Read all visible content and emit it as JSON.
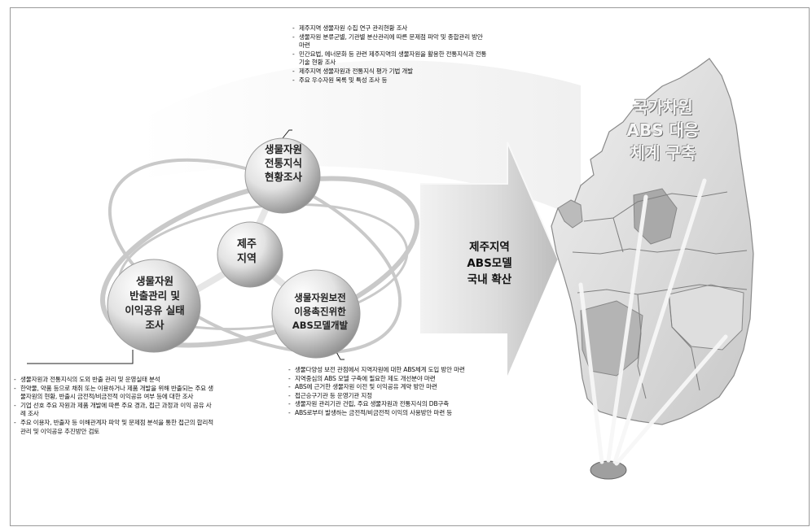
{
  "diagram": {
    "top_bullets": [
      "제주지역 생물자원 수집 연구 관리현황 조사",
      "생물자원 분류군별, 기관별 분산관리에 따른 문제점 파악 및 종합관리 방안 마련",
      "민간요법, 에너문화 등 관련 제주지역의 생물자원을 활용한 전통지식과 전통기술 현황 조사",
      "제주지역 생물자원과 전통지식 평가 기법 개발",
      "주요 우수자원 목록 및 특성 조사 등"
    ],
    "left_bullets": [
      "생물자원과 전통지식의 도외 반출 관리 및 운영실태 분석",
      "한약물, 약품 등으로 채취 또는 이용하거나 제품 개발을 위해 반출되는 주요 생물자원의 현황, 반출시 금전적/비금전적 이익공유 여부 등에 대한 조사",
      "기업 선호 주요 자원과 제품 개발에 따른 주요 경과, 접근 과정과 이익 공유 사례 조사",
      "주요 이용자, 반출자 등 이해관계자 파악 및 문제점 분석을 통한 접근의 합리적 관리 및 이익공유 추진방안 검토"
    ],
    "bottom_bullets": [
      "생물다양성 보전 관점에서 지역자원에 대한 ABS체계 도입 방안 마련",
      "지역중심의 ABS 모델 구축에 필요한 제도 개선분야 마련",
      "ABS에 근거한 생물자원 이전 및 이익공유 계약 방안 마련",
      "접근승구기관 등 운영기관 지정",
      "생물자원 관리기관 건립, 주요 생물자원과 전통지식의 DB구축",
      "ABS로부터 발생하는 금전적/비금전적 이익의 사용방안 마련 등"
    ],
    "node_research": [
      "생물자원",
      "전통지식",
      "현황조사"
    ],
    "node_center": [
      "제주",
      "지역"
    ],
    "node_left": [
      "생물자원",
      "반출관리 및",
      "이익공유 실태",
      "조사"
    ],
    "node_right": [
      "생물자원보전",
      "이용촉진위한",
      "ABS모델개발"
    ],
    "arrow_label": [
      "제주지역",
      "ABS모델",
      "국내 확산"
    ],
    "map_label": [
      "국가차원",
      "ABS 대응",
      "체계 구축"
    ]
  }
}
